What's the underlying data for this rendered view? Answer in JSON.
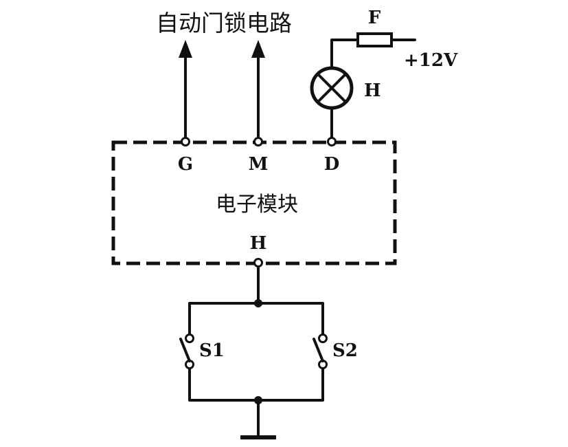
{
  "top_label": "自动门锁电路",
  "fuse": {
    "label": "F"
  },
  "supply": {
    "label": "+12V"
  },
  "lamp": {
    "label": "H"
  },
  "module": {
    "label": "电子模块",
    "pins_top": [
      "G",
      "M",
      "D"
    ],
    "pin_bottom": "H"
  },
  "switches": [
    "S1",
    "S2"
  ],
  "colors": {
    "line": "#111111",
    "background": "#ffffff"
  }
}
